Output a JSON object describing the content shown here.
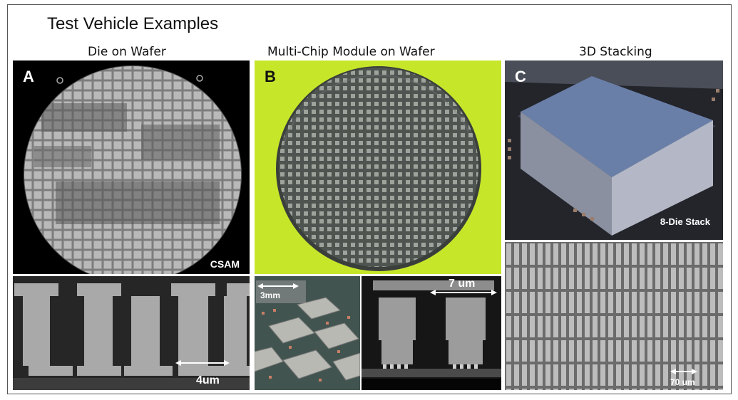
{
  "title": "Test Vehicle Examples",
  "columns": [
    {
      "label": "Die on Wafer"
    },
    {
      "label": "Multi-Chip Module on Wafer"
    },
    {
      "label": "3D Stacking"
    }
  ],
  "panels": {
    "a": {
      "letter": "A",
      "caption": "CSAM"
    },
    "b": {
      "letter": "B"
    },
    "c": {
      "letter": "C",
      "caption": "8-Die Stack"
    },
    "a_sem": {
      "scale": "4um"
    },
    "b_photo": {
      "scale": "3mm"
    },
    "b_sem": {
      "scale": "7 um"
    },
    "c_sem": {
      "scale": "70 um"
    }
  },
  "colors": {
    "green_background": "#c6e62a",
    "blue_stack": "#6a7fa8"
  }
}
